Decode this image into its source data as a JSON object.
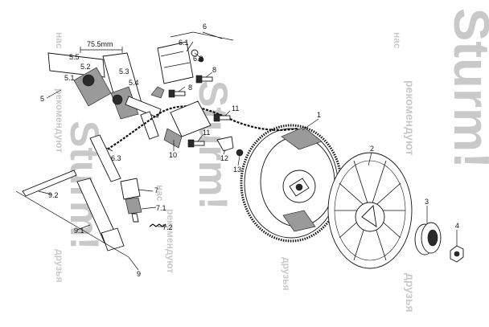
{
  "watermark": {
    "brand": "Sturm!",
    "tagline_words": [
      "нас",
      "рекомендуют",
      "друзья"
    ]
  },
  "diagram": {
    "dimension_label": "75.5mm",
    "callouts": [
      "1",
      "2",
      "3",
      "4",
      "5",
      "5.1",
      "5.2",
      "5.3",
      "5.4",
      "5.5",
      "6",
      "6.1",
      "6.2",
      "6.3",
      "7",
      "7.1",
      "7.2",
      "8",
      "8",
      "9",
      "9.1",
      "9.2",
      "10",
      "11",
      "11",
      "12",
      "13"
    ]
  },
  "icons": {
    "flywheel": "flywheel-icon",
    "fan": "cooling-fan-icon",
    "cup": "starter-cup-icon",
    "nut": "nut-icon",
    "crankshaft": "crankshaft-icon",
    "coil": "ignition-coil-icon",
    "spark_plug": "spark-plug-icon",
    "wrench": "spark-plug-wrench-icon"
  }
}
